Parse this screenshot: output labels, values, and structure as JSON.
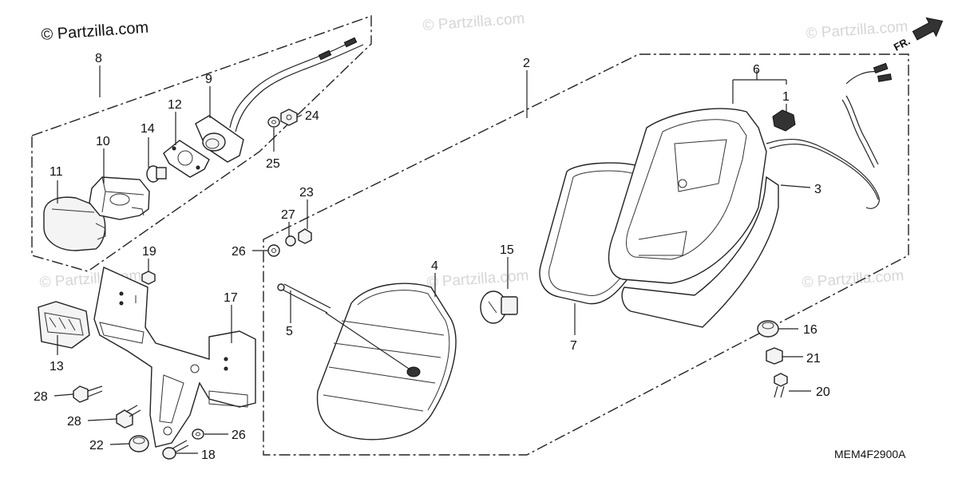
{
  "copyright": "© Partzilla.com",
  "watermark": "© Partzilla.com",
  "direction_label": "FR.",
  "diagram_code": "MEM4F2900A",
  "labels": {
    "n1": "1",
    "n2": "2",
    "n3": "3",
    "n4": "4",
    "n5": "5",
    "n6": "6",
    "n7": "7",
    "n8": "8",
    "n9": "9",
    "n10": "10",
    "n11": "11",
    "n12": "12",
    "n13": "13",
    "n14": "14",
    "n15": "15",
    "n16": "16",
    "n17": "17",
    "n18": "18",
    "n19": "19",
    "n20": "20",
    "n21": "21",
    "n22": "22",
    "n23": "23",
    "n24": "24",
    "n25": "25",
    "n26a": "26",
    "n26b": "26",
    "n27": "27",
    "n28a": "28",
    "n28b": "28"
  }
}
